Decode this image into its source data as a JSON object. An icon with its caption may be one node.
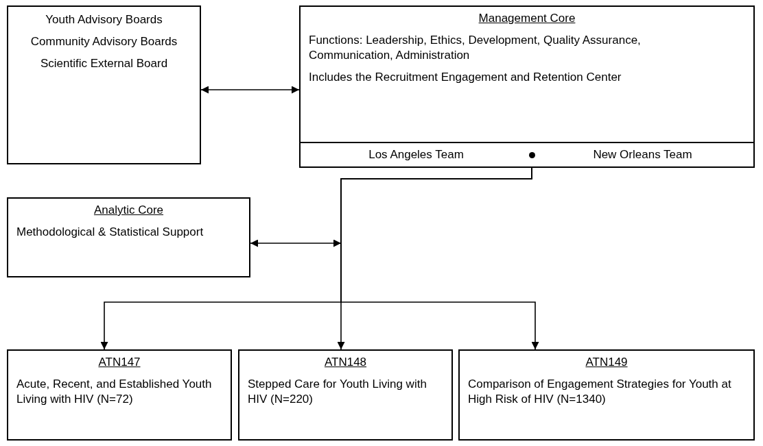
{
  "diagram": {
    "nodes": [
      {
        "text": [
          "Youth Advisory Boards",
          "Community Advisory Boards",
          "Scientific External Board"
        ]
      },
      {
        "text": [
          "Management Core",
          "Functions: Leadership, Ethics, Development, Quality Assurance, Communication, Administration",
          "Includes the Recruitment Engagement and Retention Center"
        ]
      },
      {
        "text": [
          "Los Angeles Team"
        ],
        "in": 1
      },
      {
        "text": [
          "New Orleans Team"
        ],
        "in": 1
      },
      {
        "text": [],
        "shape": "circle",
        "in": 1
      },
      {
        "text": [
          "Analytic Core",
          "Methodological & Statistical Support"
        ]
      },
      {
        "text": [
          "ATN147",
          "Acute, Recent, and Established Youth Living with HIV (N=72)"
        ]
      },
      {
        "text": [
          "ATN148",
          "Stepped Care for Youth Living with HIV (N=220)"
        ]
      },
      {
        "text": [
          "ATN149",
          "Comparison of Engagement Strategies for Youth at High Risk of HIV (N=1340)"
        ]
      }
    ],
    "edges": [
      {
        "from": 0,
        "to": 1,
        "arrow": "both"
      },
      {
        "from": 5,
        "to": null,
        "arrow": "both"
      },
      {
        "from": 4,
        "to": 6,
        "arrow": "to"
      },
      {
        "from": 4,
        "to": 7,
        "arrow": "to"
      },
      {
        "from": 4,
        "to": 8,
        "arrow": "to"
      }
    ]
  }
}
